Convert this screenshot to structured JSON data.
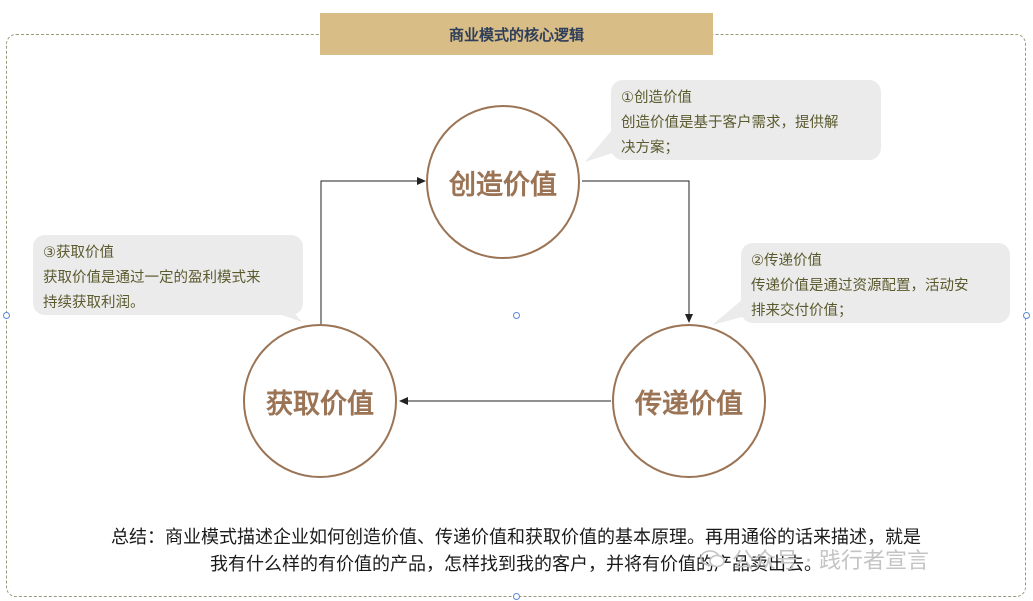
{
  "title": "商业模式的核心逻辑",
  "nodes": {
    "create": "创造价值",
    "deliver": "传递价值",
    "capture": "获取价值"
  },
  "callouts": {
    "create": {
      "heading": "①创造价值",
      "lines": [
        "创造价值是基于客户需求，提供解",
        "决方案；"
      ]
    },
    "deliver": {
      "heading": "②传递价值",
      "lines": [
        "传递价值是通过资源配置，活动安",
        "排来交付价值；"
      ]
    },
    "capture": {
      "heading": "③获取价值",
      "lines": [
        "获取价值是通过一定的盈利模式来",
        "持续获取利润。"
      ]
    }
  },
  "summary": {
    "line1": "总结：商业模式描述企业如何创造价值、传递价值和获取价值的基本原理。再用通俗的话来描述，就是",
    "line2": "我有什么样的有价值的产品，怎样找到我的客户，并将有价值的产品卖出去。"
  },
  "watermark": "公众号 · 践行者宣言",
  "colors": {
    "title_bg": "#d9bd86",
    "node": "#9b7455",
    "callout_bg": "#ebebeb",
    "callout_text": "#5a5a2e"
  }
}
